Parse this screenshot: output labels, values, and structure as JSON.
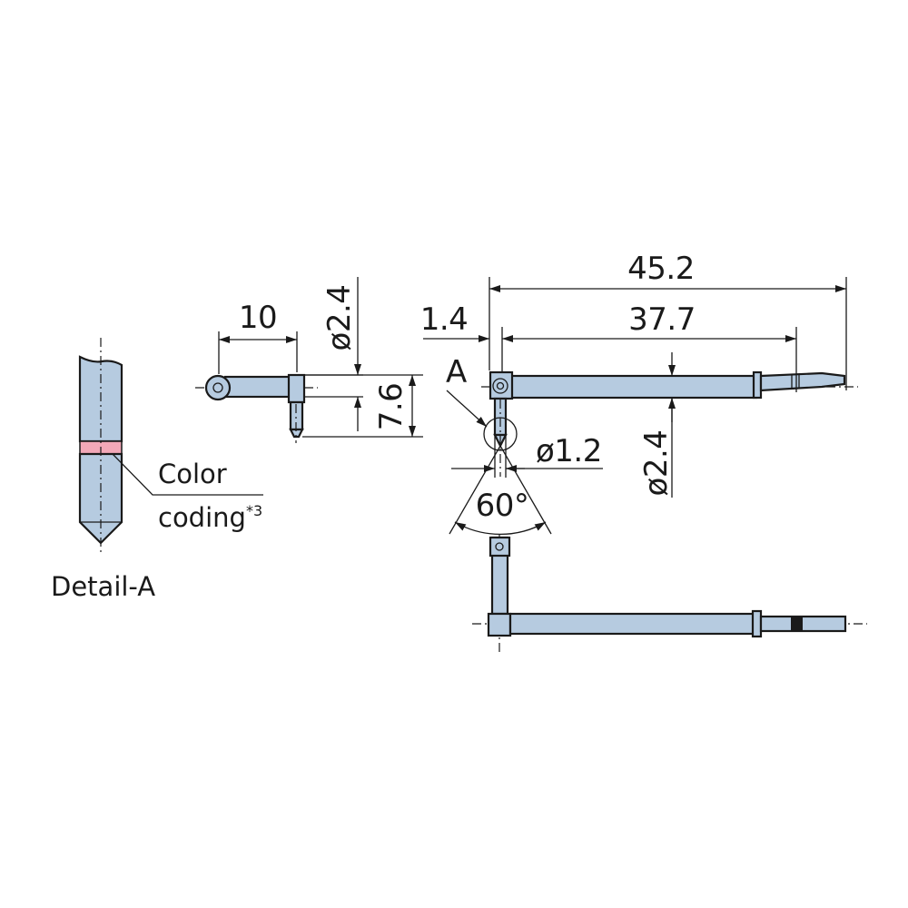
{
  "colors": {
    "part_fill": "#b6cbe0",
    "line": "#1a1a1a",
    "color_band": "#f3a8b8"
  },
  "detail": {
    "label": "Detail-A",
    "callout_line1": "Color",
    "callout_line2": "coding",
    "callout_note": "*3"
  },
  "dimensions": {
    "side_length": "10",
    "side_diameter": "ø2.4",
    "side_height": "7.6",
    "offset": "1.4",
    "overall_length": "45.2",
    "shaft_length": "37.7",
    "shaft_diameter": "ø2.4",
    "tip_diameter": "ø1.2",
    "tip_angle": "60°",
    "detail_ref": "A"
  }
}
